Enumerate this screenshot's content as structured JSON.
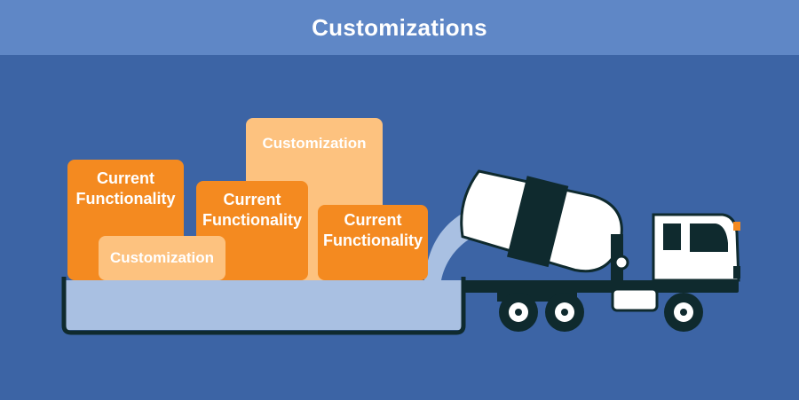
{
  "header": {
    "title": "Customizations"
  },
  "blocks": {
    "current_1": "Current\nFunctionality",
    "current_2": "Current\nFunctionality",
    "current_3": "Current\nFunctionality",
    "custom_1": "Customization",
    "custom_2": "Customization"
  },
  "colors": {
    "background": "#3c64a5",
    "header": "#5f87c6",
    "current_functionality": "#f48a20",
    "customization": "#fdc27f",
    "concrete": "#a9c0e2",
    "truck_dark": "#0f2a2e",
    "truck_white": "#ffffff"
  },
  "icons": {
    "vehicle": "cement-mixer-truck-icon"
  }
}
